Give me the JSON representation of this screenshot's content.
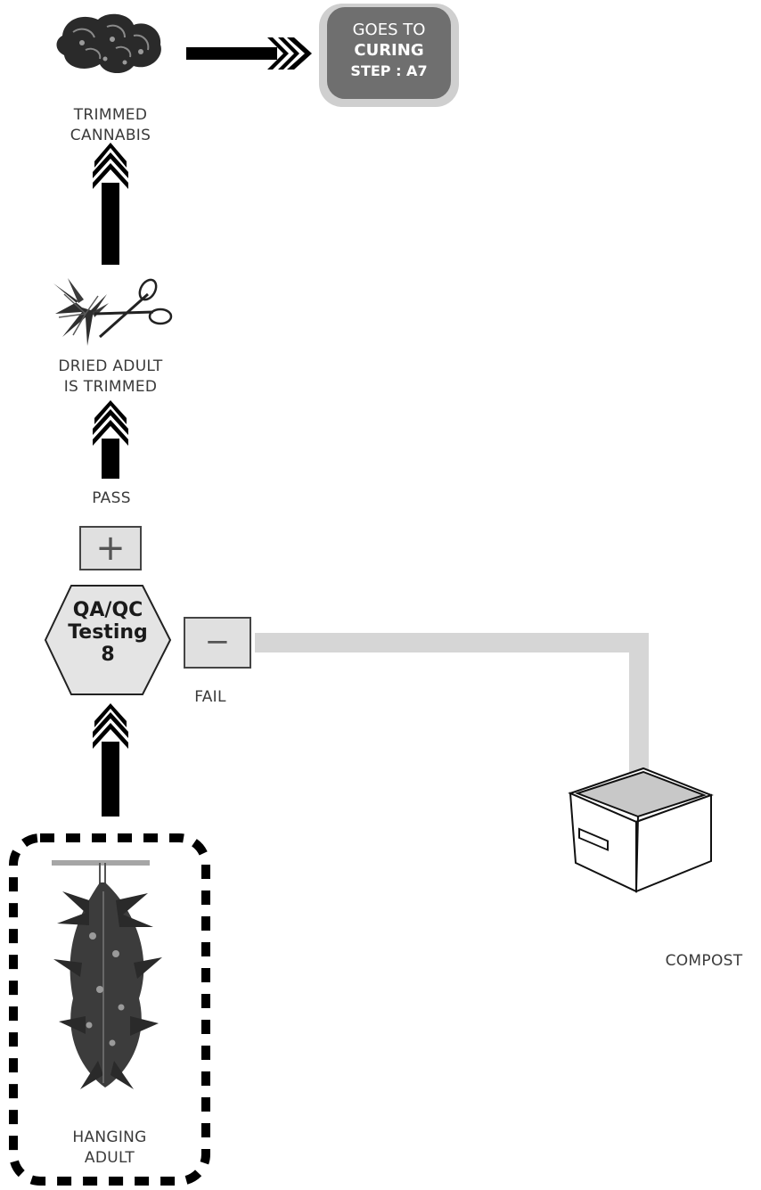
{
  "colors": {
    "arrow": "#000000",
    "fail_path": "#d6d6d6",
    "goes_outer": "#cfcfcf",
    "goes_inner": "#6f6f6f",
    "sign_fill": "#e0e0e0"
  },
  "nodes": {
    "trimmed": "TRIMMED\nCANNABIS",
    "dried": "DRIED ADULT\nIS TRIMMED",
    "hanging": "HANGING\nADULT",
    "compost": "COMPOST"
  },
  "goes_to": {
    "line1": "GOES TO",
    "line2": "CURING",
    "line3": "STEP : A7"
  },
  "qa": {
    "line1": "QA/QC",
    "line2": "Testing",
    "line3": "8"
  },
  "pass": {
    "label": "PASS",
    "symbol": "+"
  },
  "fail": {
    "label": "FAIL",
    "symbol": "−"
  },
  "icons": [
    "cannabis-buds-icon",
    "cannabis-leaf-icon",
    "scissors-icon",
    "hanging-plant-icon",
    "compost-bin-icon"
  ]
}
